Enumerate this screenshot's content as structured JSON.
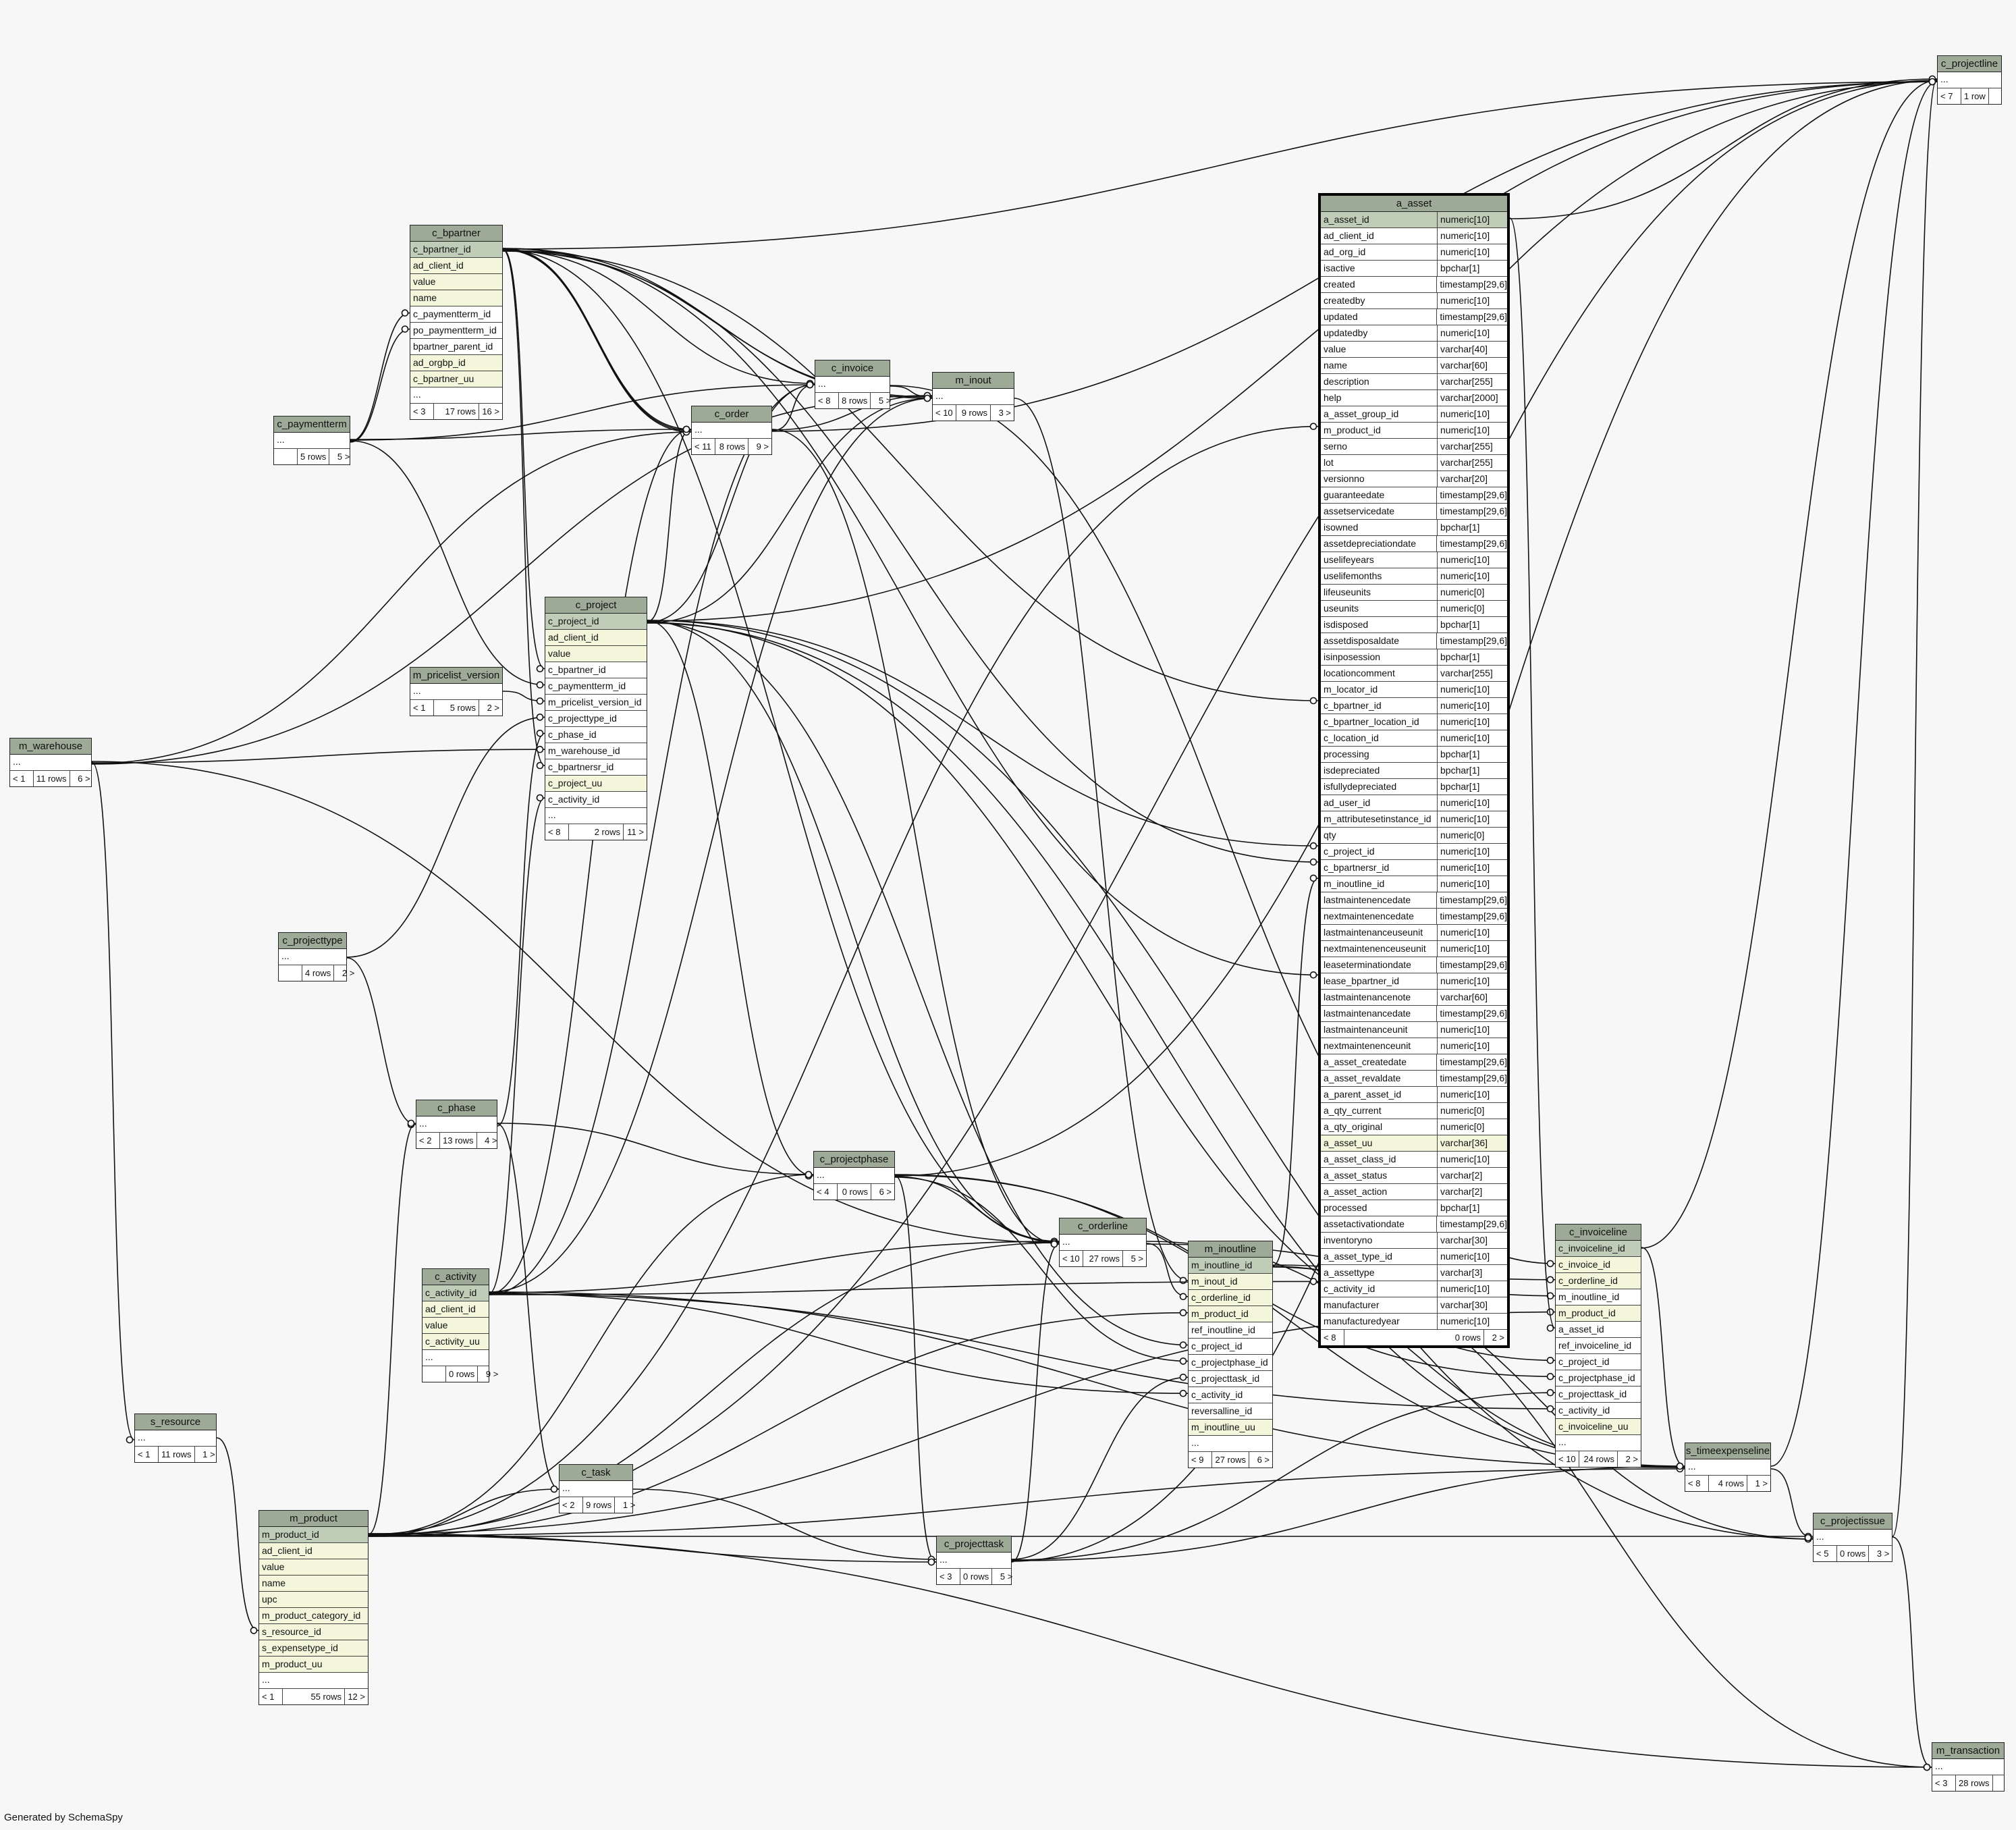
{
  "footer": "Generated by SchemaSpy",
  "colors": {
    "header": "#9daa97",
    "primary_key": "#bfccb7",
    "indexed": "#f4f6dc",
    "edge": "#111111"
  },
  "tables": {
    "c_projectline": {
      "title": "c_projectline",
      "columns": [],
      "more": "...",
      "parents": "< 7",
      "rows": "1 row",
      "children": ""
    },
    "a_asset": {
      "title": "a_asset",
      "columns": [
        {
          "name": "a_asset_id",
          "type": "numeric[10]",
          "key": "pk"
        },
        {
          "name": "ad_client_id",
          "type": "numeric[10]"
        },
        {
          "name": "ad_org_id",
          "type": "numeric[10]"
        },
        {
          "name": "isactive",
          "type": "bpchar[1]"
        },
        {
          "name": "created",
          "type": "timestamp[29,6]"
        },
        {
          "name": "createdby",
          "type": "numeric[10]"
        },
        {
          "name": "updated",
          "type": "timestamp[29,6]"
        },
        {
          "name": "updatedby",
          "type": "numeric[10]"
        },
        {
          "name": "value",
          "type": "varchar[40]"
        },
        {
          "name": "name",
          "type": "varchar[60]"
        },
        {
          "name": "description",
          "type": "varchar[255]"
        },
        {
          "name": "help",
          "type": "varchar[2000]"
        },
        {
          "name": "a_asset_group_id",
          "type": "numeric[10]"
        },
        {
          "name": "m_product_id",
          "type": "numeric[10]"
        },
        {
          "name": "serno",
          "type": "varchar[255]"
        },
        {
          "name": "lot",
          "type": "varchar[255]"
        },
        {
          "name": "versionno",
          "type": "varchar[20]"
        },
        {
          "name": "guaranteedate",
          "type": "timestamp[29,6]"
        },
        {
          "name": "assetservicedate",
          "type": "timestamp[29,6]"
        },
        {
          "name": "isowned",
          "type": "bpchar[1]"
        },
        {
          "name": "assetdepreciationdate",
          "type": "timestamp[29,6]"
        },
        {
          "name": "uselifeyears",
          "type": "numeric[10]"
        },
        {
          "name": "uselifemonths",
          "type": "numeric[10]"
        },
        {
          "name": "lifeuseunits",
          "type": "numeric[0]"
        },
        {
          "name": "useunits",
          "type": "numeric[0]"
        },
        {
          "name": "isdisposed",
          "type": "bpchar[1]"
        },
        {
          "name": "assetdisposaldate",
          "type": "timestamp[29,6]"
        },
        {
          "name": "isinposession",
          "type": "bpchar[1]"
        },
        {
          "name": "locationcomment",
          "type": "varchar[255]"
        },
        {
          "name": "m_locator_id",
          "type": "numeric[10]"
        },
        {
          "name": "c_bpartner_id",
          "type": "numeric[10]"
        },
        {
          "name": "c_bpartner_location_id",
          "type": "numeric[10]"
        },
        {
          "name": "c_location_id",
          "type": "numeric[10]"
        },
        {
          "name": "processing",
          "type": "bpchar[1]"
        },
        {
          "name": "isdepreciated",
          "type": "bpchar[1]"
        },
        {
          "name": "isfullydepreciated",
          "type": "bpchar[1]"
        },
        {
          "name": "ad_user_id",
          "type": "numeric[10]"
        },
        {
          "name": "m_attributesetinstance_id",
          "type": "numeric[10]"
        },
        {
          "name": "qty",
          "type": "numeric[0]"
        },
        {
          "name": "c_project_id",
          "type": "numeric[10]"
        },
        {
          "name": "c_bpartnersr_id",
          "type": "numeric[10]"
        },
        {
          "name": "m_inoutline_id",
          "type": "numeric[10]"
        },
        {
          "name": "lastmaintenencedate",
          "type": "timestamp[29,6]"
        },
        {
          "name": "nextmaintenencedate",
          "type": "timestamp[29,6]"
        },
        {
          "name": "lastmaintenanceuseunit",
          "type": "numeric[10]"
        },
        {
          "name": "nextmaintenenceuseunit",
          "type": "numeric[10]"
        },
        {
          "name": "leaseterminationdate",
          "type": "timestamp[29,6]"
        },
        {
          "name": "lease_bpartner_id",
          "type": "numeric[10]"
        },
        {
          "name": "lastmaintenancenote",
          "type": "varchar[60]"
        },
        {
          "name": "lastmaintenancedate",
          "type": "timestamp[29,6]"
        },
        {
          "name": "lastmaintenanceunit",
          "type": "numeric[10]"
        },
        {
          "name": "nextmaintenenceunit",
          "type": "numeric[10]"
        },
        {
          "name": "a_asset_createdate",
          "type": "timestamp[29,6]"
        },
        {
          "name": "a_asset_revaldate",
          "type": "timestamp[29,6]"
        },
        {
          "name": "a_parent_asset_id",
          "type": "numeric[10]"
        },
        {
          "name": "a_qty_current",
          "type": "numeric[0]"
        },
        {
          "name": "a_qty_original",
          "type": "numeric[0]"
        },
        {
          "name": "a_asset_uu",
          "type": "varchar[36]",
          "key": "idx"
        },
        {
          "name": "a_asset_class_id",
          "type": "numeric[10]"
        },
        {
          "name": "a_asset_status",
          "type": "varchar[2]"
        },
        {
          "name": "a_asset_action",
          "type": "varchar[2]"
        },
        {
          "name": "processed",
          "type": "bpchar[1]"
        },
        {
          "name": "assetactivationdate",
          "type": "timestamp[29,6]"
        },
        {
          "name": "inventoryno",
          "type": "varchar[30]"
        },
        {
          "name": "a_asset_type_id",
          "type": "numeric[10]"
        },
        {
          "name": "a_assettype",
          "type": "varchar[3]"
        },
        {
          "name": "c_activity_id",
          "type": "numeric[10]"
        },
        {
          "name": "manufacturer",
          "type": "varchar[30]"
        },
        {
          "name": "manufacturedyear",
          "type": "numeric[10]"
        }
      ],
      "parents": "< 8",
      "rows": "0 rows",
      "children": "2 >"
    },
    "c_bpartner": {
      "title": "c_bpartner",
      "columns": [
        {
          "name": "c_bpartner_id",
          "key": "pk"
        },
        {
          "name": "ad_client_id",
          "key": "idx"
        },
        {
          "name": "value",
          "key": "idx"
        },
        {
          "name": "name",
          "key": "idx"
        },
        {
          "name": "c_paymentterm_id"
        },
        {
          "name": "po_paymentterm_id"
        },
        {
          "name": "bpartner_parent_id"
        },
        {
          "name": "ad_orgbp_id",
          "key": "idx"
        },
        {
          "name": "c_bpartner_uu",
          "key": "idx"
        }
      ],
      "more": "...",
      "parents": "< 3",
      "rows": "17 rows",
      "children": "16 >"
    },
    "c_paymentterm": {
      "title": "c_paymentterm",
      "columns": [],
      "more": "...",
      "parents": "",
      "rows": "5 rows",
      "children": "5 >"
    },
    "c_invoice": {
      "title": "c_invoice",
      "columns": [],
      "more": "...",
      "parents": "< 8",
      "rows": "8 rows",
      "children": "5 >"
    },
    "m_inout": {
      "title": "m_inout",
      "columns": [],
      "more": "...",
      "parents": "< 10",
      "rows": "9 rows",
      "children": "3 >"
    },
    "c_order": {
      "title": "c_order",
      "columns": [],
      "more": "...",
      "parents": "< 11",
      "rows": "8 rows",
      "children": "9 >"
    },
    "c_project": {
      "title": "c_project",
      "columns": [
        {
          "name": "c_project_id",
          "key": "pk"
        },
        {
          "name": "ad_client_id",
          "key": "idx"
        },
        {
          "name": "value",
          "key": "idx"
        },
        {
          "name": "c_bpartner_id"
        },
        {
          "name": "c_paymentterm_id"
        },
        {
          "name": "m_pricelist_version_id"
        },
        {
          "name": "c_projecttype_id"
        },
        {
          "name": "c_phase_id"
        },
        {
          "name": "m_warehouse_id"
        },
        {
          "name": "c_bpartnersr_id"
        },
        {
          "name": "c_project_uu",
          "key": "idx"
        },
        {
          "name": "c_activity_id"
        }
      ],
      "more": "...",
      "parents": "< 8",
      "rows": "2 rows",
      "children": "11 >"
    },
    "m_pricelist_version": {
      "title": "m_pricelist_version",
      "columns": [],
      "more": "...",
      "parents": "< 1",
      "rows": "5 rows",
      "children": "2 >"
    },
    "m_warehouse": {
      "title": "m_warehouse",
      "columns": [],
      "more": "...",
      "parents": "< 1",
      "rows": "11 rows",
      "children": "6 >"
    },
    "c_projecttype": {
      "title": "c_projecttype",
      "columns": [],
      "more": "...",
      "parents": "",
      "rows": "4 rows",
      "children": "2 >"
    },
    "c_phase": {
      "title": "c_phase",
      "columns": [],
      "more": "...",
      "parents": "< 2",
      "rows": "13 rows",
      "children": "4 >"
    },
    "c_projectphase": {
      "title": "c_projectphase",
      "columns": [],
      "more": "...",
      "parents": "< 4",
      "rows": "0 rows",
      "children": "6 >"
    },
    "c_orderline": {
      "title": "c_orderline",
      "columns": [],
      "more": "...",
      "parents": "< 10",
      "rows": "27 rows",
      "children": "5 >"
    },
    "m_inoutline": {
      "title": "m_inoutline",
      "columns": [
        {
          "name": "m_inoutline_id",
          "key": "pk"
        },
        {
          "name": "m_inout_id",
          "key": "idx"
        },
        {
          "name": "c_orderline_id",
          "key": "idx"
        },
        {
          "name": "m_product_id",
          "key": "idx"
        },
        {
          "name": "ref_inoutline_id"
        },
        {
          "name": "c_project_id"
        },
        {
          "name": "c_projectphase_id"
        },
        {
          "name": "c_projecttask_id"
        },
        {
          "name": "c_activity_id"
        },
        {
          "name": "reversalline_id"
        },
        {
          "name": "m_inoutline_uu",
          "key": "idx"
        }
      ],
      "more": "...",
      "parents": "< 9",
      "rows": "27 rows",
      "children": "6 >"
    },
    "c_invoiceline": {
      "title": "c_invoiceline",
      "columns": [
        {
          "name": "c_invoiceline_id",
          "key": "pk"
        },
        {
          "name": "c_invoice_id",
          "key": "idx"
        },
        {
          "name": "c_orderline_id",
          "key": "idx"
        },
        {
          "name": "m_inoutline_id"
        },
        {
          "name": "m_product_id",
          "key": "idx"
        },
        {
          "name": "a_asset_id"
        },
        {
          "name": "ref_invoiceline_id"
        },
        {
          "name": "c_project_id"
        },
        {
          "name": "c_projectphase_id"
        },
        {
          "name": "c_projecttask_id"
        },
        {
          "name": "c_activity_id"
        },
        {
          "name": "c_invoiceline_uu",
          "key": "idx"
        }
      ],
      "more": "...",
      "parents": "< 10",
      "rows": "24 rows",
      "children": "2 >"
    },
    "c_activity": {
      "title": "c_activity",
      "columns": [
        {
          "name": "c_activity_id",
          "key": "pk"
        },
        {
          "name": "ad_client_id",
          "key": "idx"
        },
        {
          "name": "value",
          "key": "idx"
        },
        {
          "name": "c_activity_uu",
          "key": "idx"
        }
      ],
      "more": "...",
      "parents": "",
      "rows": "0 rows",
      "children": "9 >"
    },
    "s_resource": {
      "title": "s_resource",
      "columns": [],
      "more": "...",
      "parents": "< 1",
      "rows": "11 rows",
      "children": "1 >"
    },
    "c_task": {
      "title": "c_task",
      "columns": [],
      "more": "...",
      "parents": "< 2",
      "rows": "9 rows",
      "children": "1 >"
    },
    "s_timeexpenseline": {
      "title": "s_timeexpenseline",
      "columns": [],
      "more": "...",
      "parents": "< 8",
      "rows": "4 rows",
      "children": "1 >"
    },
    "m_product": {
      "title": "m_product",
      "columns": [
        {
          "name": "m_product_id",
          "key": "pk"
        },
        {
          "name": "ad_client_id",
          "key": "idx"
        },
        {
          "name": "value",
          "key": "idx"
        },
        {
          "name": "name",
          "key": "idx"
        },
        {
          "name": "upc",
          "key": "idx"
        },
        {
          "name": "m_product_category_id",
          "key": "idx"
        },
        {
          "name": "s_resource_id",
          "key": "idx"
        },
        {
          "name": "s_expensetype_id",
          "key": "idx"
        },
        {
          "name": "m_product_uu",
          "key": "idx"
        }
      ],
      "more": "...",
      "parents": "< 1",
      "rows": "55 rows",
      "children": "12 >"
    },
    "c_projecttask": {
      "title": "c_projecttask",
      "columns": [],
      "more": "...",
      "parents": "< 3",
      "rows": "0 rows",
      "children": "5 >"
    },
    "c_projectissue": {
      "title": "c_projectissue",
      "columns": [],
      "more": "...",
      "parents": "< 5",
      "rows": "0 rows",
      "children": "3 >"
    },
    "m_transaction": {
      "title": "m_transaction",
      "columns": [],
      "more": "...",
      "parents": "< 3",
      "rows": "28 rows",
      "children": ""
    }
  }
}
